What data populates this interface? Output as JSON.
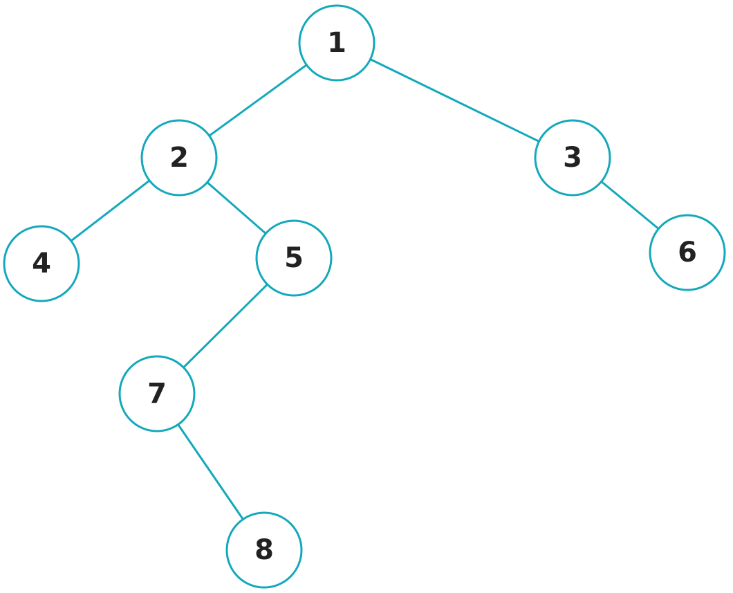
{
  "diagram": {
    "type": "binary-tree",
    "colors": {
      "edge": "#13a8bb",
      "node_border": "#13a8bb",
      "node_fill": "#ffffff",
      "label": "#222222"
    },
    "nodes": [
      {
        "id": "n1",
        "label": "1"
      },
      {
        "id": "n2",
        "label": "2"
      },
      {
        "id": "n3",
        "label": "3"
      },
      {
        "id": "n4",
        "label": "4"
      },
      {
        "id": "n5",
        "label": "5"
      },
      {
        "id": "n6",
        "label": "6"
      },
      {
        "id": "n7",
        "label": "7"
      },
      {
        "id": "n8",
        "label": "8"
      }
    ],
    "edges": [
      {
        "from": "n1",
        "to": "n2"
      },
      {
        "from": "n1",
        "to": "n3"
      },
      {
        "from": "n2",
        "to": "n4"
      },
      {
        "from": "n2",
        "to": "n5"
      },
      {
        "from": "n3",
        "to": "n6"
      },
      {
        "from": "n5",
        "to": "n7"
      },
      {
        "from": "n7",
        "to": "n8"
      }
    ]
  }
}
